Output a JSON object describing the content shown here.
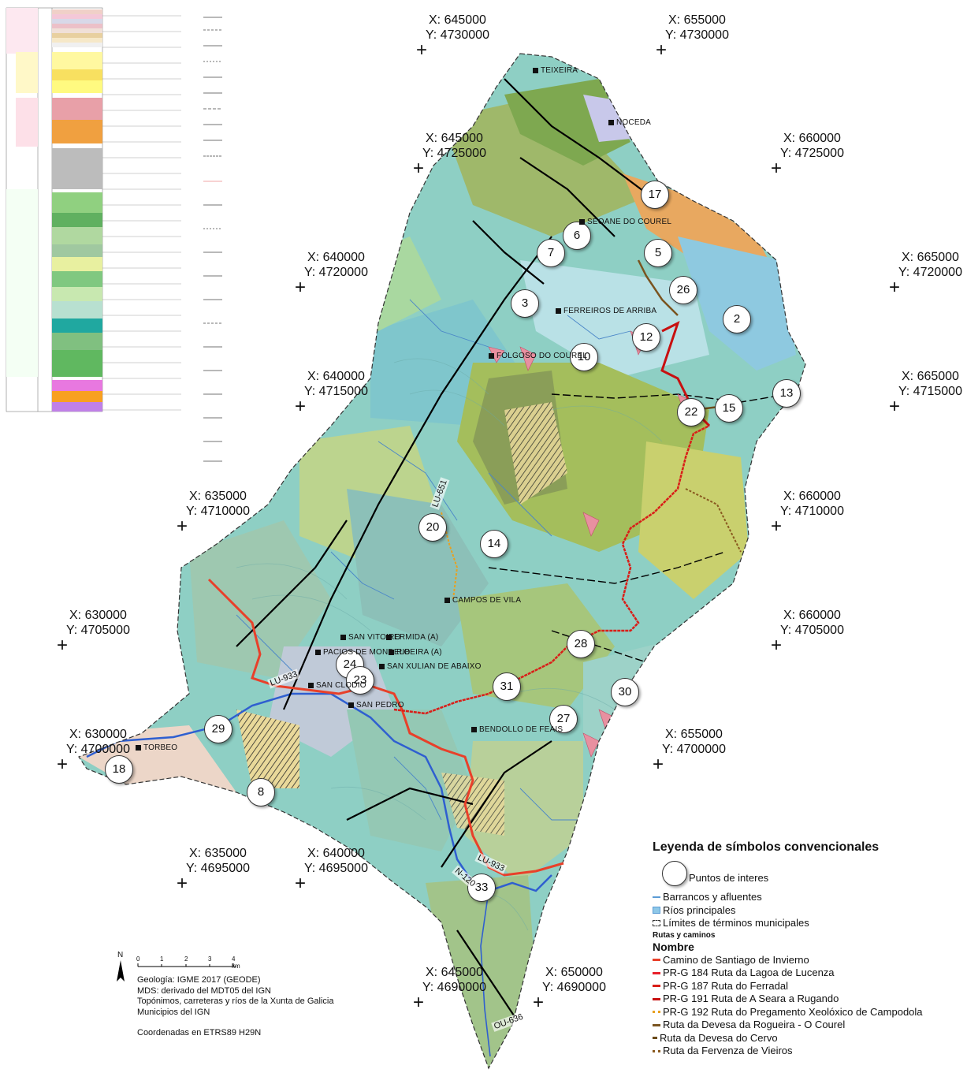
{
  "coordinates": [
    {
      "x": "X: 645000",
      "y": "Y: 4730000"
    },
    {
      "x": "X: 655000",
      "y": "Y: 4730000"
    },
    {
      "x": "X: 645000",
      "y": "Y: 4725000"
    },
    {
      "x": "X: 660000",
      "y": "Y: 4725000"
    },
    {
      "x": "X: 640000",
      "y": "Y: 4720000"
    },
    {
      "x": "X: 665000",
      "y": "Y: 4720000"
    },
    {
      "x": "X: 640000",
      "y": "Y: 4715000"
    },
    {
      "x": "X: 665000",
      "y": "Y: 4715000"
    },
    {
      "x": "X: 635000",
      "y": "Y: 4710000"
    },
    {
      "x": "X: 660000",
      "y": "Y: 4710000"
    },
    {
      "x": "X: 630000",
      "y": "Y: 4705000"
    },
    {
      "x": "X: 660000",
      "y": "Y: 4705000"
    },
    {
      "x": "X: 630000",
      "y": "Y: 4700000"
    },
    {
      "x": "X: 655000",
      "y": "Y: 4700000"
    },
    {
      "x": "X: 635000",
      "y": "Y: 4695000"
    },
    {
      "x": "X: 640000",
      "y": "Y: 4695000"
    },
    {
      "x": "X: 645000",
      "y": "Y: 4690000"
    },
    {
      "x": "X: 650000",
      "y": "Y: 4690000"
    }
  ],
  "points_of_interest": [
    "17",
    "6",
    "7",
    "5",
    "26",
    "3",
    "2",
    "12",
    "10",
    "13",
    "22",
    "15",
    "20",
    "14",
    "28",
    "24",
    "23",
    "31",
    "30",
    "27",
    "29",
    "18",
    "8",
    "33"
  ],
  "places": [
    "TEIXEIRA",
    "NOCEDA",
    "SEOANE DO COUREL",
    "FERREIROS DE ARRIBA",
    "FOLGOSO DO COUREL",
    "CAMPOS DE VILA",
    "SAN VITOIRO",
    "ERMIDA (A)",
    "PACIOS DE MONDELO",
    "RIBEIRA (A)",
    "SAN XULIAN DE ABAIXO",
    "SAN CLODIO",
    "SAN PEDRO",
    "BENDOLLO DE FEAIS",
    "TORBEO"
  ],
  "roads": [
    "LU-651",
    "LU-933",
    "LU-933",
    "N-120",
    "OU-636"
  ],
  "legend": {
    "title": "Leyenda de símbolos convencionales",
    "poi_label": "Puntos de interes",
    "items": [
      "Barrancos y afluentes",
      "Ríos principales",
      "Límites de términos municipales"
    ],
    "routes_section": "Rutas y caminos",
    "name_header": "Nombre",
    "routes": [
      {
        "label": "Camino de Santiago de Invierno",
        "color": "#e8402a"
      },
      {
        "label": "PR-G 184 Ruta da Lagoa de Lucenza",
        "color": "#e8202a"
      },
      {
        "label": "PR-G 187 Ruta do Ferradal",
        "color": "#d91e18"
      },
      {
        "label": "PR-G 191 Ruta de A Seara a Rugando",
        "color": "#c81010"
      },
      {
        "label": "PR-G 192 Ruta do Pregamento Xeolóxico de Campodola",
        "color": "#e8a020"
      },
      {
        "label": "Ruta da Devesa da Rogueira - O Courel",
        "color": "#7a5420"
      },
      {
        "label": "Ruta da Devesa do Cervo",
        "color": "#6a4a18"
      },
      {
        "label": "Ruta da Fervenza de Vieiros",
        "color": "#8a5a20"
      }
    ],
    "colors": {
      "streams": "#5b9bd5",
      "rivers": "#8ec8e8",
      "boundary": "#333333"
    }
  },
  "scale": {
    "labels": [
      "0",
      "1",
      "2",
      "3",
      "4 km"
    ],
    "north": "N"
  },
  "credits": [
    "Geología: IGME 2017 (GEODE)",
    "MDS: derivado del MDT05 del IGN",
    "Topónimos, carreteras y ríos de la Xunta de Galicia",
    "Municipios del IGN",
    "",
    "Coordenadas en ETRS89 H29N"
  ]
}
